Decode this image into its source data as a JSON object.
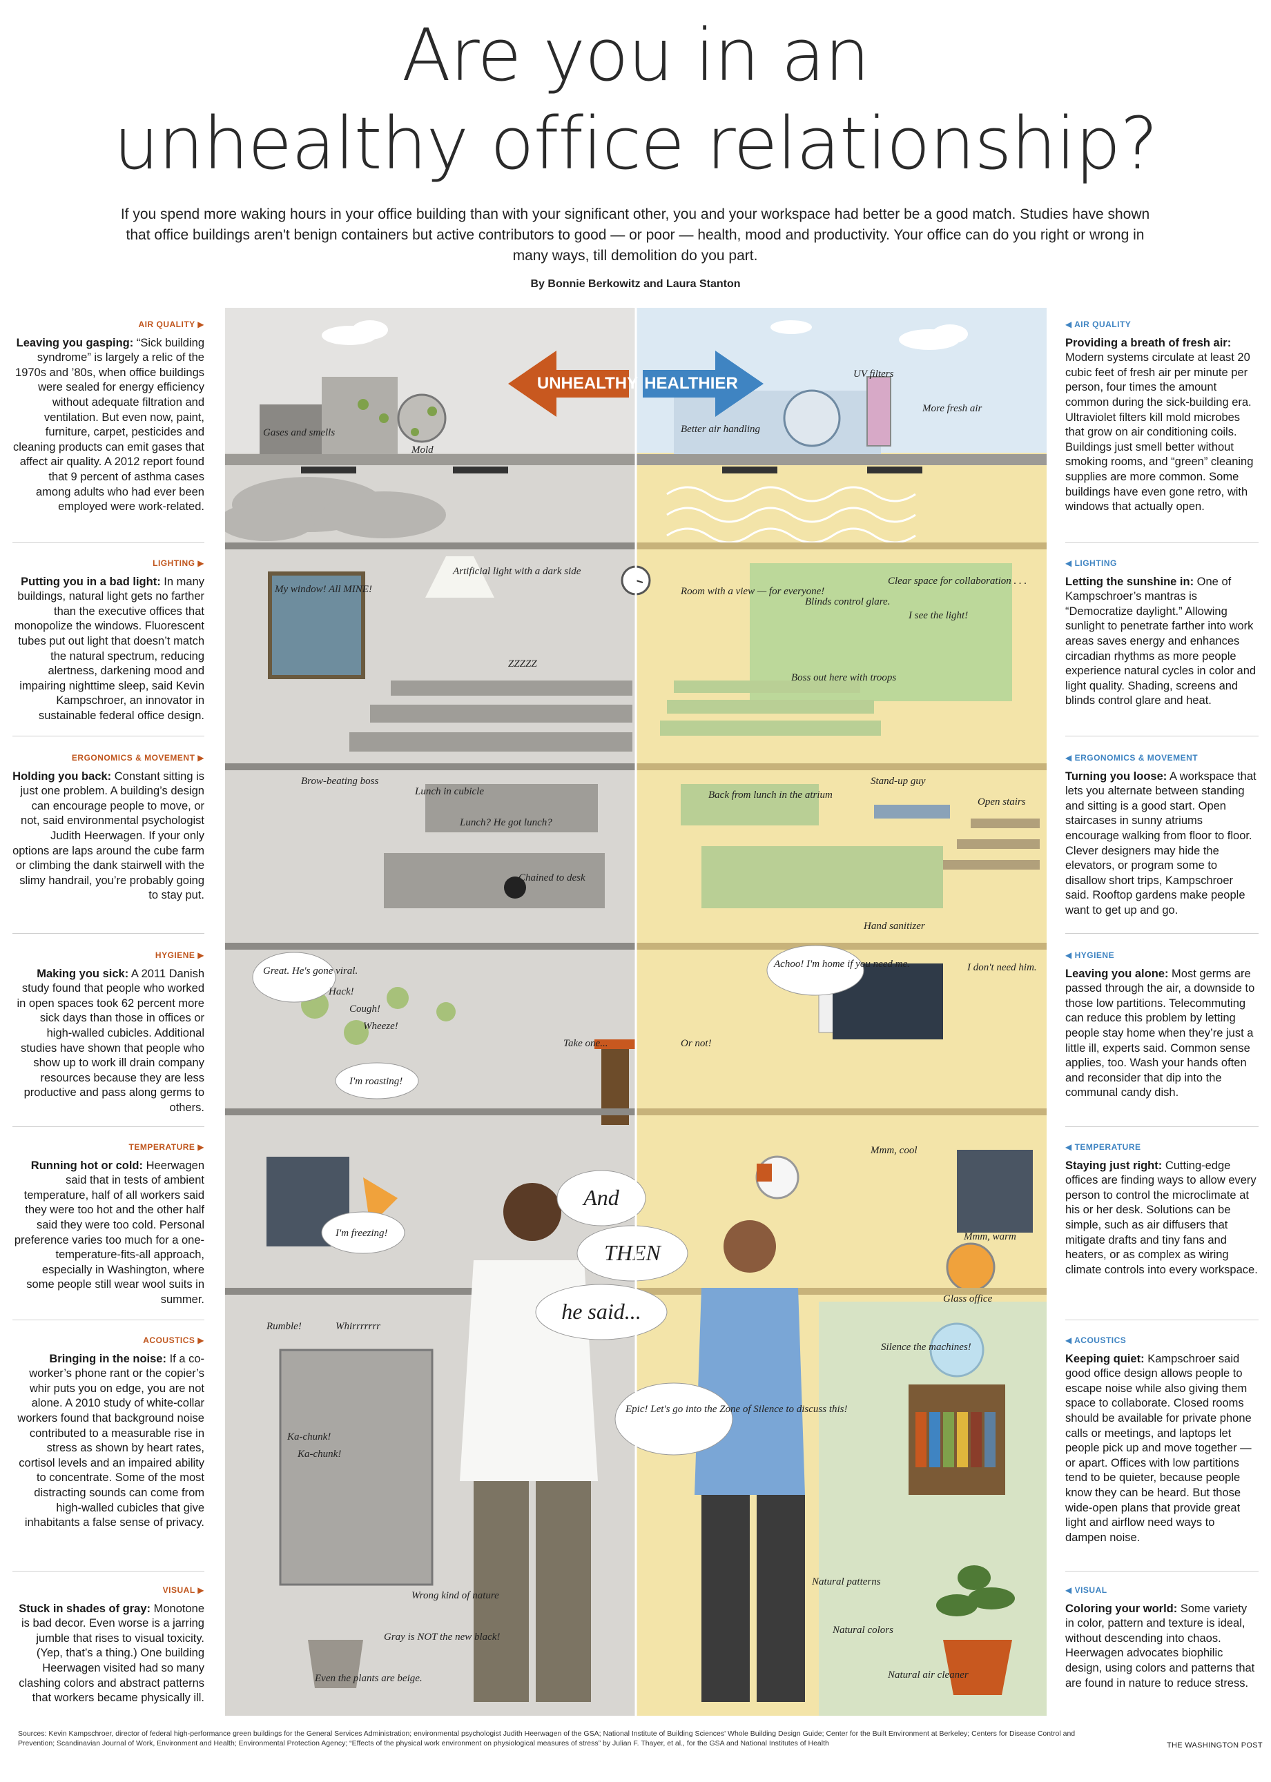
{
  "title": {
    "line1": "Are you in an",
    "line2": "unhealthy office relationship?"
  },
  "intro": "If you spend more waking hours in your office building than with your significant other, you and your workspace had better be a good match. Studies have shown that office buildings aren't benign containers but active contributors to good — or poor — health, mood and productivity. Your office can do you right or wrong in many ways, till demolition do you part.",
  "byline": "By Bonnie Berkowitz and Laura Stanton",
  "arrows": {
    "unhealthy": "UNHEALTHY",
    "healthier": "HEALTHIER"
  },
  "left": [
    {
      "category": "AIR QUALITY",
      "head": "Leaving you gasping:",
      "body": "“Sick building syndrome” is largely a relic of the 1970s and ’80s, when office buildings were sealed for energy efficiency without adequate filtration and ventilation. But even now, paint, furniture, carpet, pesticides and cleaning products can emit gases that affect air quality. A 2012 report found that 9 percent of asthma cases among adults who had ever been employed were work-related."
    },
    {
      "category": "LIGHTING",
      "head": "Putting you in a bad light:",
      "body": "In many buildings, natural light gets no farther than the executive offices that monopolize the windows. Fluorescent tubes put out light that doesn’t match the natural spectrum, reducing alertness, darkening mood and impairing nighttime sleep, said Kevin Kampschroer, an innovator in sustainable federal office design."
    },
    {
      "category": "ERGONOMICS & MOVEMENT",
      "head": "Holding you back:",
      "body": "Constant sitting is just one problem. A building’s design can encourage people to move, or not, said environmental psychologist Judith Heerwagen. If your only options are laps around the cube farm or climbing the dank stairwell with the slimy handrail, you’re probably going to stay put."
    },
    {
      "category": "HYGIENE",
      "head": "Making you sick:",
      "body": "A 2011 Danish study found that people who worked in open spaces took 62 percent more sick days than those in offices or high-walled cubicles. Additional studies have shown that people who show up to work ill drain company resources because they are less productive and pass along germs to others."
    },
    {
      "category": "TEMPERATURE",
      "head": "Running hot or cold:",
      "body": "Heerwagen said that in tests of ambient temperature, half of all workers said they were too hot and the other half said they were too cold. Personal preference varies too much for a one-temperature-fits-all approach, especially in Washington, where some people still wear wool suits in summer."
    },
    {
      "category": "ACOUSTICS",
      "head": "Bringing in the noise:",
      "body": "If a co-worker’s phone rant or the copier’s whir puts you on edge, you are not alone. A 2010 study of white-collar workers found that background noise contributed to a measurable rise in stress as shown by heart rates, cortisol levels and an impaired ability to concentrate. Some of the most distracting sounds can come from high-walled cubicles that give inhabitants a false sense of privacy."
    },
    {
      "category": "VISUAL",
      "head": "Stuck in shades of gray:",
      "body": "Monotone is bad decor. Even worse is a jarring jumble that rises to visual toxicity. (Yep, that’s a thing.) One building Heerwagen visited had so many clashing colors and abstract patterns that workers became physically ill."
    }
  ],
  "right": [
    {
      "category": "AIR QUALITY",
      "head": "Providing a breath of fresh air:",
      "body": "Modern systems circulate at least 20 cubic feet of fresh air per minute per person, four times the amount common during the sick-building era. Ultraviolet filters kill mold microbes that grow on air conditioning coils. Buildings just smell better without smoking rooms, and “green” cleaning supplies are more common. Some buildings have even gone retro, with windows that actually open."
    },
    {
      "category": "LIGHTING",
      "head": "Letting the sunshine in:",
      "body": "One of Kampschroer’s mantras is “Democratize daylight.” Allowing sunlight to penetrate farther into work areas saves energy and enhances circadian rhythms as more people experience natural cycles in color and light quality. Shading, screens and blinds control glare and heat."
    },
    {
      "category": "ERGONOMICS & MOVEMENT",
      "head": "Turning you loose:",
      "body": "A workspace that lets you alternate between standing and sitting is a good start. Open staircases in sunny atriums encourage walking from floor to floor. Clever designers may hide the elevators, or program some to disallow short trips, Kampschroer said. Rooftop gardens make people want to get up and go."
    },
    {
      "category": "HYGIENE",
      "head": "Leaving you alone:",
      "body": "Most germs are passed through the air, a downside to those low partitions. Telecommuting can reduce this problem by letting people stay home when they’re just a little ill, experts said. Common sense applies, too. Wash your hands often and reconsider that dip into the communal candy dish."
    },
    {
      "category": "TEMPERATURE",
      "head": "Staying just right:",
      "body": "Cutting-edge offices are finding ways to allow every person to control the microclimate at his or her desk. Solutions can be simple, such as air diffusers that mitigate drafts and tiny fans and heaters, or as complex as wiring climate controls into every workspace."
    },
    {
      "category": "ACOUSTICS",
      "head": "Keeping quiet:",
      "body": "Kampschroer said good office design allows people to escape noise while also giving them space to collaborate. Closed rooms should be available for private phone calls or meetings, and laptops let people pick up and move together — or apart. Offices with low partitions tend to be quieter, because people know they can be heard. But those wide-open plans that provide great light and airflow need ways to dampen noise."
    },
    {
      "category": "VISUAL",
      "head": "Coloring your world:",
      "body": "Some variety in color, pattern and texture is ideal, without descending into chaos. Heerwagen advocates biophilic design, using colors and patterns that are found in nature to reduce stress."
    }
  ],
  "labels": {
    "gases": "Gases and smells",
    "mold": "Mold",
    "better_air": "Better air handling",
    "uv": "UV filters",
    "fresh_air": "More fresh air",
    "window": "My window! All MINE!",
    "artificial": "Artificial light with a dark side",
    "room_view": "Room with a view — for everyone!",
    "blinds": "Blinds control glare.",
    "collab": "Clear space for collaboration . . .",
    "see_light": "I see the light!",
    "boss_out": "Boss out here with troops",
    "brow": "Brow-beating boss",
    "lunch_cubicle": "Lunch in cubicle",
    "lunch_q": "Lunch? He got lunch?",
    "chained": "Chained to desk",
    "back_lunch": "Back from lunch in the atrium",
    "standup": "Stand-up guy",
    "open_stairs": "Open stairs",
    "sanitizer": "Hand sanitizer",
    "viral": "Great. He's gone viral.",
    "hack": "Hack!",
    "cough": "Cough!",
    "wheeze": "Wheeze!",
    "take_one": "Take one...",
    "or_not": "Or not!",
    "achoo": "Achoo! I'm home if you need me.",
    "dont_need": "I don't need him.",
    "roasting": "I'm roasting!",
    "freezing": "I'm freezing!",
    "mmm_cool": "Mmm, cool",
    "mmm_warm": "Mmm, warm",
    "and": "And",
    "then": "THEN",
    "he_said": "he said...",
    "rumble": "Rumble!",
    "whir": "Whirrrrrrr",
    "kachunk1": "Ka-chunk!",
    "kachunk2": "Ka-chunk!",
    "epic": "Epic! Let's go into the Zone of Silence to discuss this!",
    "glass_office": "Glass office",
    "silence": "Silence the machines!",
    "wrong_nature": "Wrong kind of nature",
    "gray_not": "Gray is NOT the new black!",
    "beige": "Even the plants are beige.",
    "nat_patterns": "Natural patterns",
    "nat_colors": "Natural colors",
    "nat_cleaner": "Natural air cleaner",
    "zzz": "ZZZZZ"
  },
  "sources": "Sources: Kevin Kampschroer, director of federal high-performance green buildings for the General Services Administration; environmental psychologist Judith Heerwagen of the GSA; National Institute of Building Sciences' Whole Building Design Guide; Center for the Built Environment at Berkeley; Centers for Disease Control and Prevention; Scandinavian Journal of Work, Environment and Health; Environmental Protection Agency; “Effects of the physical work environment on physiological measures of stress” by Julian F. Thayer, et al., for the GSA and National Institutes of Health",
  "credit": "THE WASHINGTON POST",
  "colors": {
    "unhealthy": "#c8581f",
    "healthier": "#3f84c2",
    "gray_bg": "#d6d4d0",
    "healthy_bg": "#f2e3a6",
    "green_cube": "#b9cf95"
  }
}
